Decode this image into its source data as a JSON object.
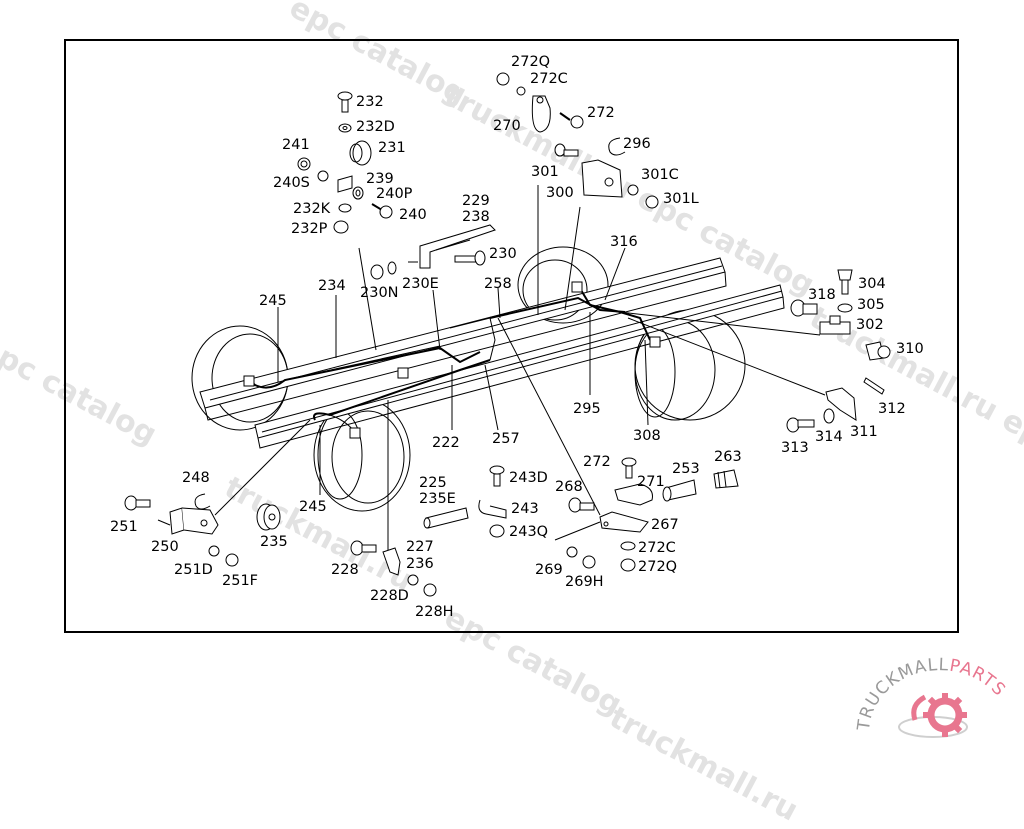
{
  "watermarks": [
    "epc catalog",
    "truckmall.ru epc catalog",
    "epc catalog",
    "truckmall.ru",
    "epc catalog",
    "truckmall.ru",
    "truckmall.ru epc catalog",
    "truckmall.ru"
  ],
  "logo": {
    "text_left": "TRUCKMALL",
    "text_right": "PARTS",
    "brand_color": "#e8768f",
    "gray_color": "#9a9a9a"
  },
  "labels": {
    "l232": "232",
    "l232D": "232D",
    "l231": "231",
    "l241": "241",
    "l240S": "240S",
    "l239": "239",
    "l240P": "240P",
    "l232K": "232K",
    "l240": "240",
    "l232P": "232P",
    "l229": "229",
    "l238": "238",
    "l230": "230",
    "l230N": "230N",
    "l230E": "230E",
    "l234": "234",
    "l245a": "245",
    "l258": "258",
    "l272Qa": "272Q",
    "l272Ca": "272C",
    "l270": "270",
    "l272a": "272",
    "l296": "296",
    "l301": "301",
    "l300": "300",
    "l301C": "301C",
    "l301L": "301L",
    "l316": "316",
    "l304": "304",
    "l318": "318",
    "l305": "305",
    "l302": "302",
    "l310": "310",
    "l312": "312",
    "l311": "311",
    "l314": "314",
    "l313": "313",
    "l295": "295",
    "l308": "308",
    "l222": "222",
    "l257": "257",
    "l248": "248",
    "l251": "251",
    "l250": "250",
    "l251D": "251D",
    "l251F": "251F",
    "l235": "235",
    "l245b": "245",
    "l225": "225",
    "l235E": "235E",
    "l243D": "243D",
    "l243": "243",
    "l243Q": "243Q",
    "l227": "227",
    "l236": "236",
    "l228": "228",
    "l228D": "228D",
    "l228H": "228H",
    "l268": "268",
    "l272b": "272",
    "l271": "271",
    "l253": "253",
    "l263": "263",
    "l267": "267",
    "l272Cb": "272C",
    "l272Qb": "272Q",
    "l269": "269",
    "l269H": "269H"
  }
}
